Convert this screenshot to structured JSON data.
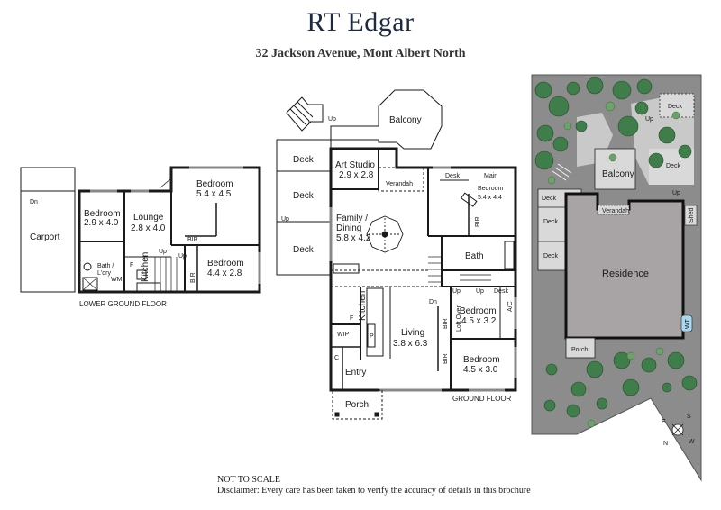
{
  "header": {
    "brand": "RT Edgar",
    "address": "32 Jackson Avenue, Mont Albert North"
  },
  "lower_ground": {
    "floor_label": "LOWER GROUND FLOOR",
    "rooms": {
      "carport": "Carport",
      "bedroom1": "Bedroom",
      "bedroom1_dim": "2.9 x 4.0",
      "lounge": "Lounge",
      "lounge_dim": "2.8 x 4.0",
      "bedroom2": "Bedroom",
      "bedroom2_dim": "5.4 x 4.5",
      "bedroom3": "Bedroom",
      "bedroom3_dim": "4.4 x 2.8",
      "bath": "Bath /",
      "bath2": "L'dry",
      "kitchen": "Kitchen",
      "wm": "WM",
      "f": "F",
      "bir1": "BIR",
      "bir2": "BIR",
      "up1": "Up",
      "up2": "Up",
      "dn": "Dn"
    }
  },
  "ground": {
    "floor_label": "GROUND FLOOR",
    "rooms": {
      "balcony": "Balcony",
      "deck1": "Deck",
      "deck2": "Deck",
      "deck3": "Deck",
      "art": "Art Studio",
      "art_dim": "2.9 x 2.8",
      "verandah": "Verandah",
      "family": "Family /",
      "family2": "Dining",
      "family_dim": "5.8 x 4.2",
      "main_bed": "Main",
      "main_bed2": "Bedroom",
      "main_bed_dim": "5.4 x 4.4",
      "desk1": "Desk",
      "desk2": "Desk",
      "bir1": "BIR",
      "bir2": "BIR",
      "bir3": "BIR",
      "bath": "Bath",
      "bedroom_a": "Bedroom",
      "bedroom_a_dim": "4.5 x 3.2",
      "bedroom_b": "Bedroom",
      "bedroom_b_dim": "4.5 x 3.0",
      "kitchen": "Kitchen",
      "living": "Living",
      "living_dim": "3.8 x 6.3",
      "wip": "WIP",
      "entry": "Entry",
      "porch": "Porch",
      "c": "C",
      "f": "F",
      "p": "P",
      "loft": "Loft Over",
      "ac": "A/C",
      "up1": "Up",
      "up2": "Up",
      "up3": "Up",
      "up4": "Up",
      "dn": "Dn"
    }
  },
  "site": {
    "residence": "Residence",
    "balcony": "Balcony",
    "deck_top": "Deck",
    "deck_right": "Deck",
    "deck_a": "Deck",
    "deck_b": "Deck",
    "deck_c": "Deck",
    "verandah": "Verandah",
    "porch": "Porch",
    "shed": "Shed",
    "wt": "WT",
    "up1": "Up",
    "up2": "Up"
  },
  "compass": {
    "n": "N",
    "s": "S",
    "e": "E",
    "w": "W"
  },
  "footer": {
    "not_to_scale": "NOT TO SCALE",
    "disclaimer": "Disclaimer: Every care has been taken to verify the accuracy of details in this brochure"
  },
  "colors": {
    "brand": "#1d2a44",
    "wall": "#1a1a1a",
    "deck_fill": "#d9d9d9",
    "residence_fill": "#a8a3a4",
    "site_bg": "#8c8c8c",
    "tree_dark": "#3f7d4a",
    "tree_light": "#6ea06b"
  }
}
